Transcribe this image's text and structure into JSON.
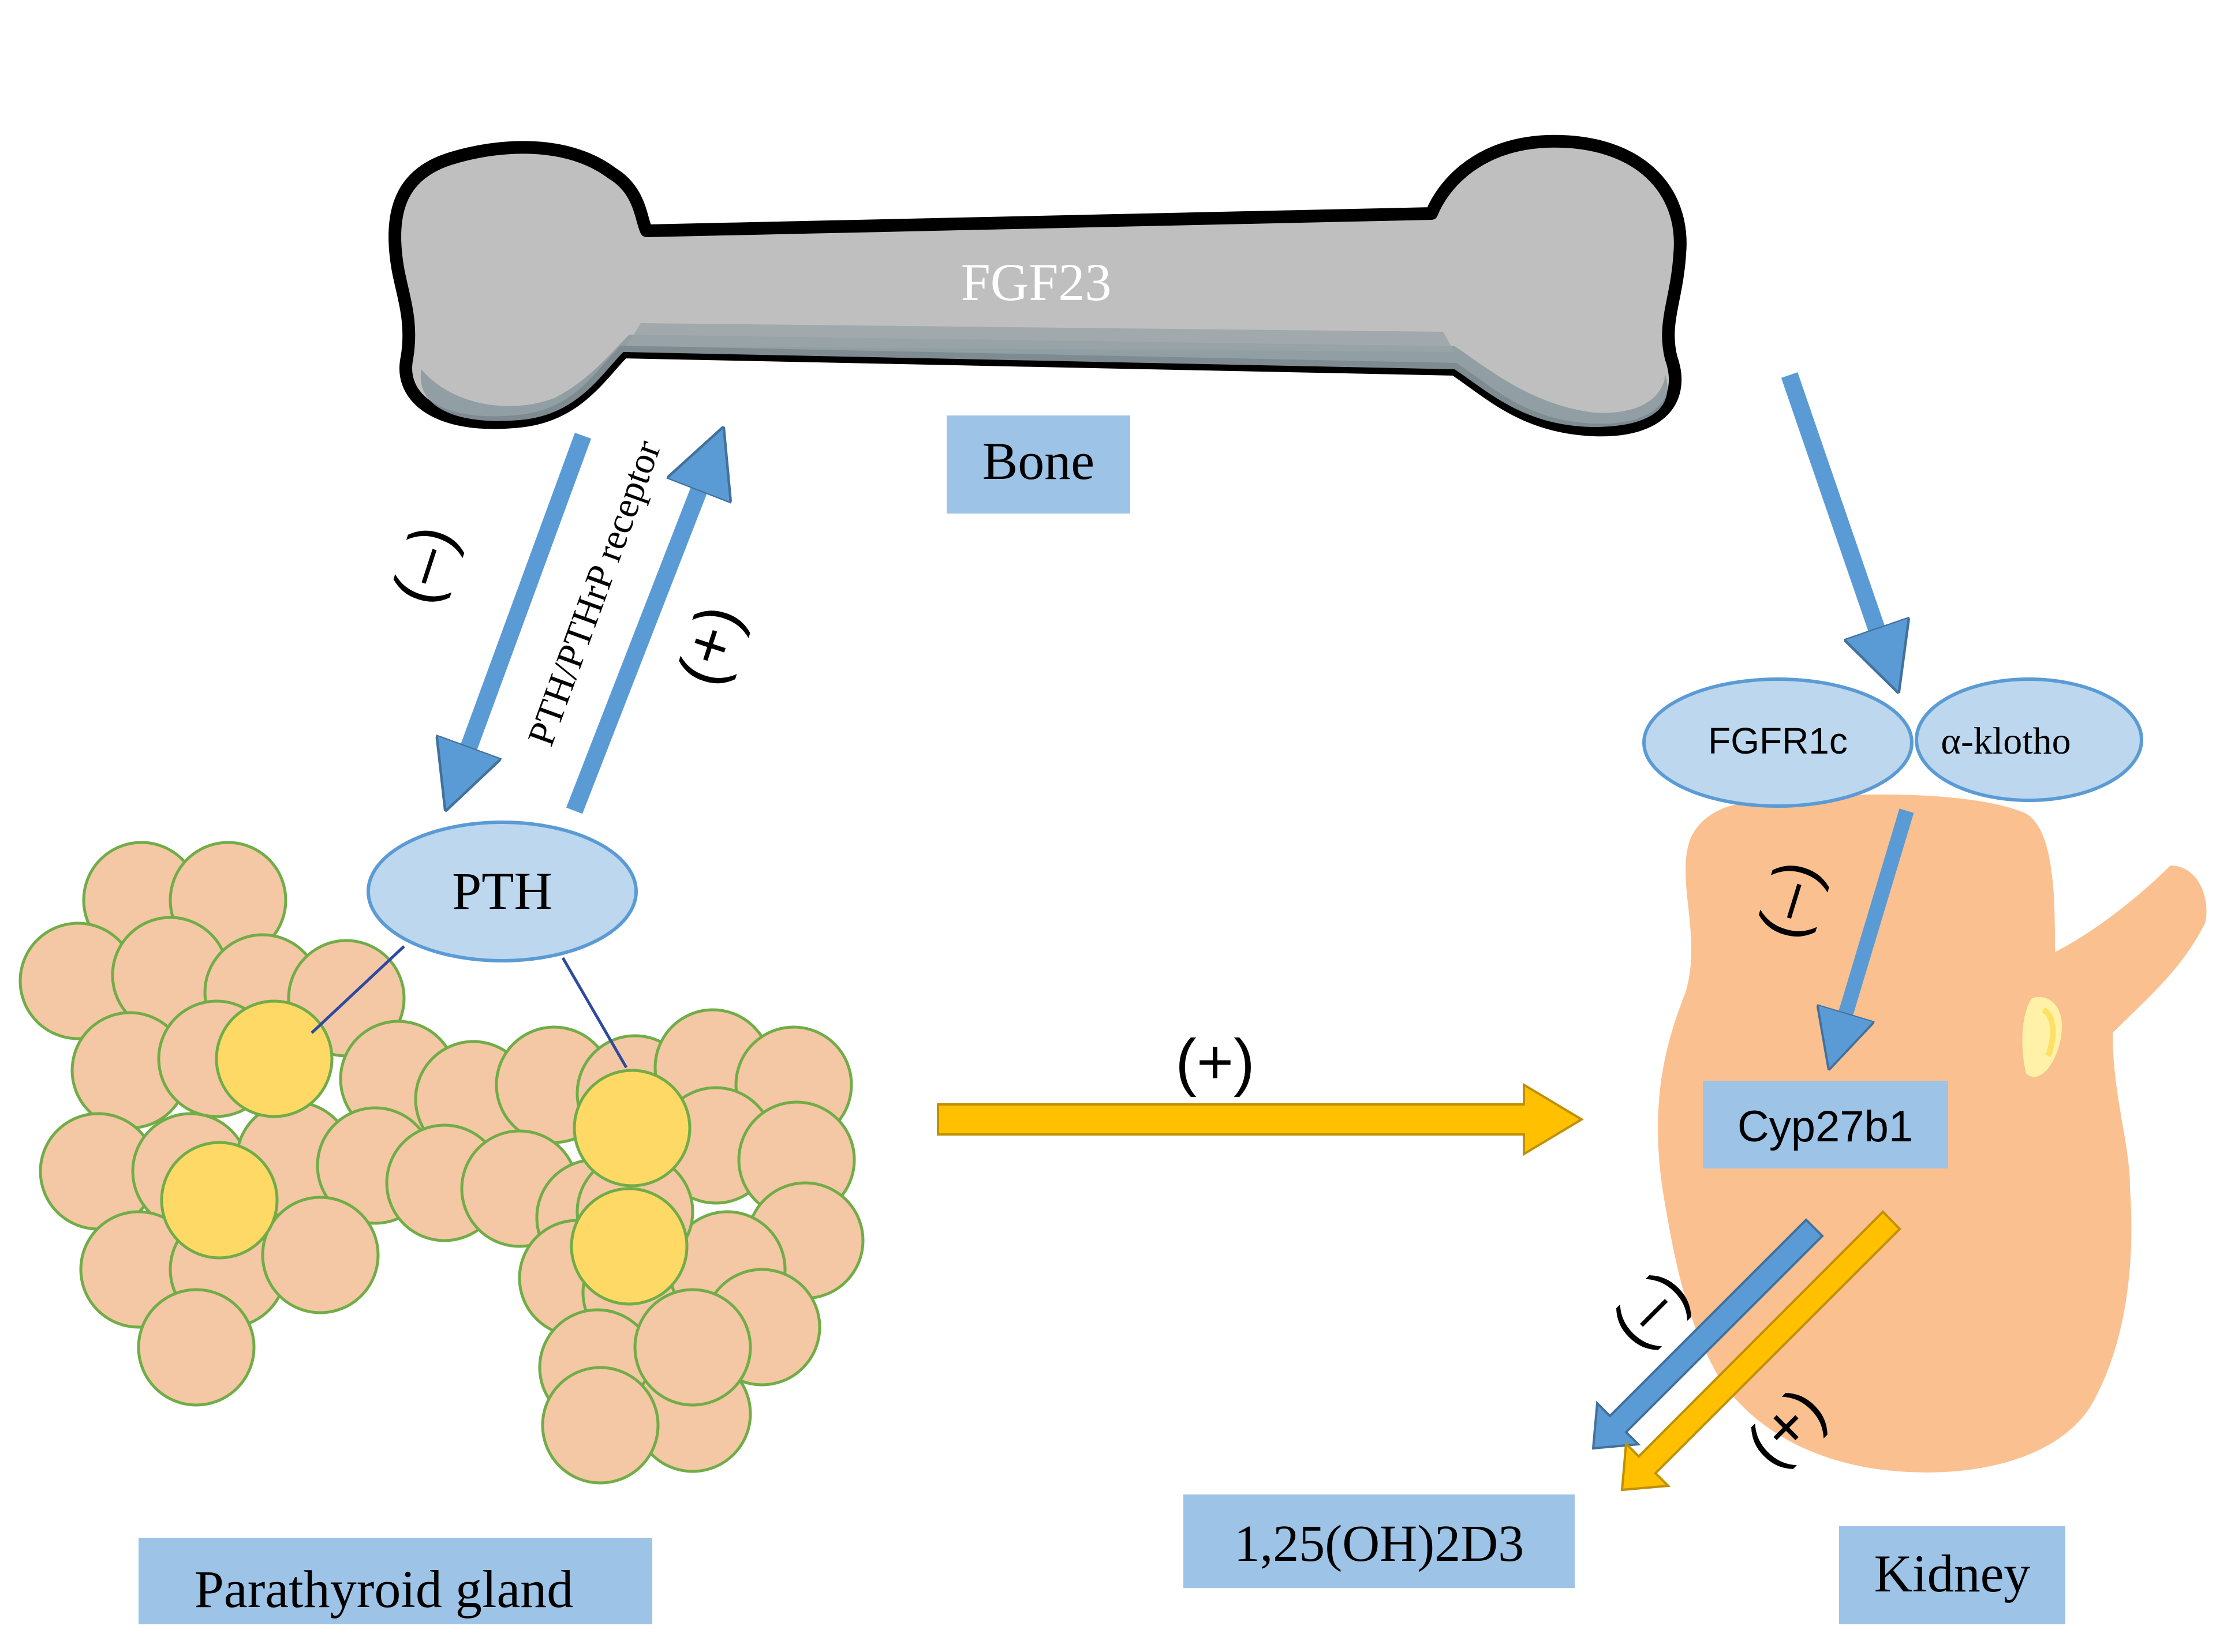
{
  "bone": {
    "hormone_label": "FGF23",
    "organ_label": "Bone"
  },
  "parathyroid": {
    "organ_label": "Parathyroid gland",
    "hormone_label": "PTH"
  },
  "receptor_label": "PTH/PTHrP receptor",
  "kidney": {
    "organ_label": "Kidney",
    "receptor_left": "FGFR1c",
    "receptor_right": "α-klotho",
    "enzyme_label": "Cyp27b1"
  },
  "product_label": "1,25(OH)2D3",
  "signs": {
    "bone_to_pth": "(–)",
    "pth_to_bone": "(+)",
    "pth_to_kidney": "(+)",
    "klotho_to_cyp": "(–)",
    "cyp_to_d3_blue": "(–)",
    "cyp_to_d3_yellow": "(+)"
  },
  "colors": {
    "arrow_blue": "#5b9bd5",
    "arrow_yellow": "#ffc000",
    "label_box": "#9dc3e6",
    "ellipse_fill": "#bdd7ee",
    "gland_cell": "#f4c7a5",
    "gland_highlight": "#ffd966",
    "kidney": "#fac090",
    "bone": "#bfbfbf"
  }
}
